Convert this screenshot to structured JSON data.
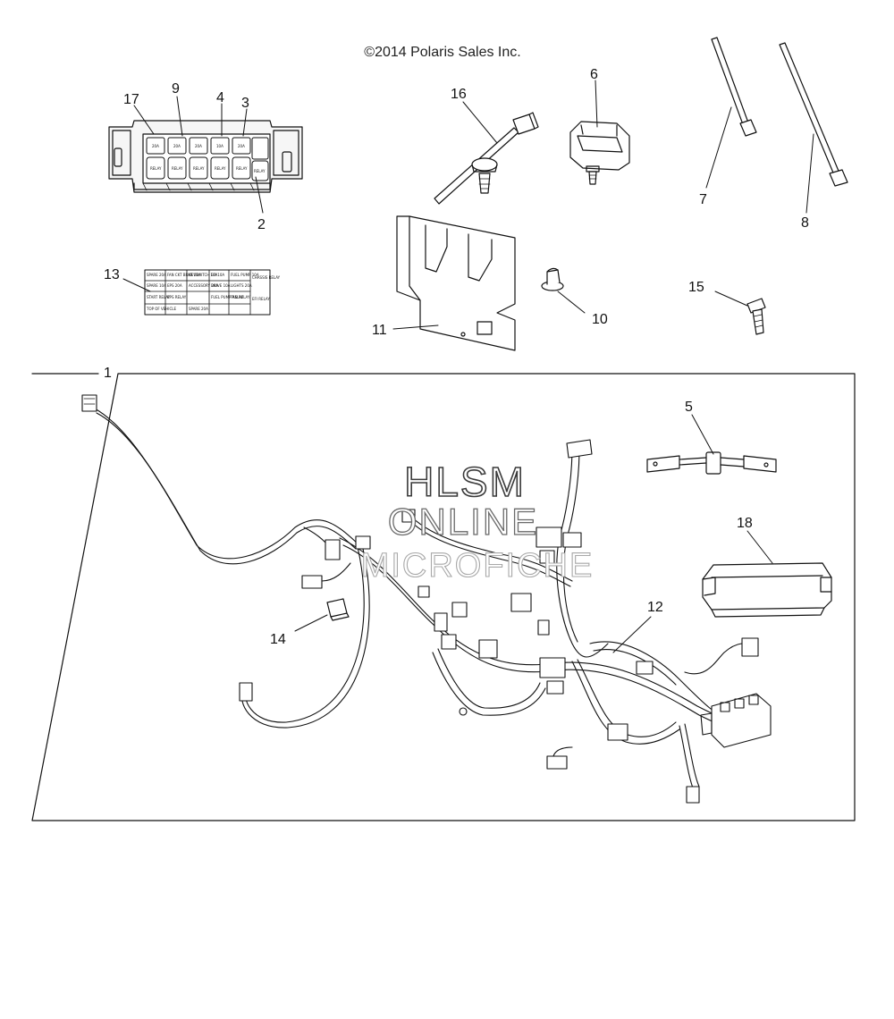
{
  "copyright": "©2014 Polaris Sales Inc.",
  "watermark": {
    "line1": "HLSM",
    "line2": "ONLINE",
    "line3": "MICROFICHE"
  },
  "callouts": {
    "c1": "1",
    "c2": "2",
    "c3": "3",
    "c4": "4",
    "c5": "5",
    "c6": "6",
    "c7": "7",
    "c8": "8",
    "c9": "9",
    "c10": "10",
    "c11": "11",
    "c12": "12",
    "c13": "13",
    "c14": "14",
    "c15": "15",
    "c16": "16",
    "c17": "17",
    "c18": "18"
  },
  "fuse_label": {
    "rows": [
      [
        "SPARE 20A",
        "FAN CKT BRKR 20A",
        "KEYSWITCH 10A",
        "EFI 10A",
        "FUEL PUMP 10A",
        "CHASSIS RELAY"
      ],
      [
        "SPARE 10A",
        "EPS 20A",
        "ACCESSORY 20A",
        "DRIVE 10A",
        "LIGHTS 20A",
        ""
      ],
      [
        "START RELAY",
        "EPS RELAY",
        "",
        "FUEL PUMP RELAY",
        "FAN RELAY",
        "EFI RELAY"
      ],
      [
        "TOP OF VEHICLE",
        "",
        "SPARE 20A",
        "",
        "",
        ""
      ]
    ]
  },
  "fuse_box_labels": {
    "top": [
      "20A",
      "20A",
      "20A",
      "10A",
      "20A"
    ],
    "relay": "RELAY"
  }
}
